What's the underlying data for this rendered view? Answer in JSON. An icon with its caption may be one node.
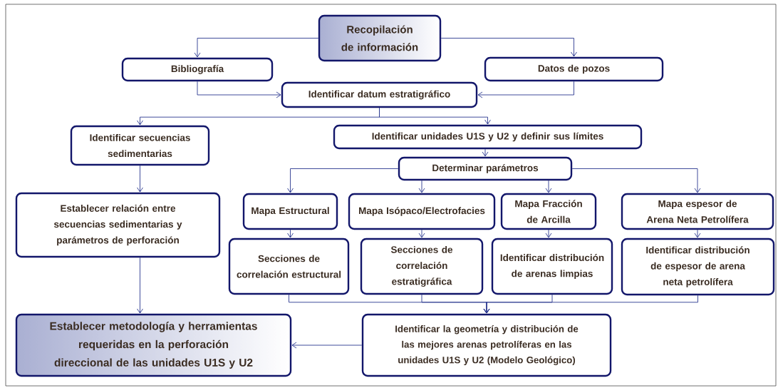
{
  "diagram": {
    "nodes": [
      {
        "text": [
          "Recopilación de información"
        ]
      },
      {
        "text": [
          "Bibliografía"
        ]
      },
      {
        "text": [
          "Datos de pozos"
        ]
      },
      {
        "text": [
          "Identificar datum estratigráfico"
        ]
      },
      {
        "text": [
          "Identificar secuencias sedimentarias"
        ]
      },
      {
        "text": [
          "Identificar unidades U1S y U2 y definir sus límites"
        ]
      },
      {
        "text": [
          "Determinar parámetros"
        ]
      },
      {
        "text": [
          "Mapa Estructural"
        ]
      },
      {
        "text": [
          "Mapa Isópaco/Electrofacies"
        ]
      },
      {
        "text": [
          "Mapa Fracción de Arcilla"
        ]
      },
      {
        "text": [
          "Mapa espesor  de Arena Neta Petrolífera"
        ]
      },
      {
        "text": [
          "Secciones de correlación estructural"
        ]
      },
      {
        "text": [
          "Secciones de correlación estratigráfica"
        ]
      },
      {
        "text": [
          "Identificar distribución de arenas limpias"
        ]
      },
      {
        "text": [
          "Identificar distribución de espesor de  arena neta petrolífera"
        ]
      },
      {
        "text": [
          "Establecer relación entre secuencias sedimentarias y parámetros de perforación"
        ]
      },
      {
        "text": [
          "Establecer metodología y herramientas requeridas en la perforación direccional de las unidades U1S y U2"
        ]
      },
      {
        "text": [
          "Identificar la geometría y distribución de las mejores arenas petrolíferas en las unidades U1S y U2 (Modelo Geológico)"
        ]
      }
    ],
    "edges": [
      {
        "from": 0,
        "to": 1,
        "arrow": "to"
      },
      {
        "from": 0,
        "to": 2,
        "arrow": "to"
      },
      {
        "from": 1,
        "to": 3,
        "arrow": "to"
      },
      {
        "from": 2,
        "to": 3,
        "arrow": "to"
      },
      {
        "from": 3,
        "to": 4,
        "arrow": "to"
      },
      {
        "from": 3,
        "to": 5,
        "arrow": "to"
      },
      {
        "from": 5,
        "to": 6,
        "arrow": "to"
      },
      {
        "from": 6,
        "to": 7,
        "arrow": "to"
      },
      {
        "from": 6,
        "to": 8,
        "arrow": "to"
      },
      {
        "from": 6,
        "to": 9,
        "arrow": "to"
      },
      {
        "from": 6,
        "to": 10,
        "arrow": "to"
      },
      {
        "from": 7,
        "to": 11,
        "arrow": "to"
      },
      {
        "from": 8,
        "to": 12,
        "arrow": "to"
      },
      {
        "from": 9,
        "to": 13,
        "arrow": "to"
      },
      {
        "from": 10,
        "to": 14,
        "arrow": "to"
      },
      {
        "from": 4,
        "to": 15,
        "arrow": "to"
      },
      {
        "from": 15,
        "to": 16,
        "arrow": "to"
      },
      {
        "from": 11,
        "to": 17,
        "arrow": "to"
      },
      {
        "from": 12,
        "to": 17,
        "arrow": "to"
      },
      {
        "from": 13,
        "to": 17,
        "arrow": "to"
      },
      {
        "from": 14,
        "to": 17,
        "arrow": "to"
      },
      {
        "from": 17,
        "to": 16,
        "arrow": "to"
      }
    ]
  }
}
